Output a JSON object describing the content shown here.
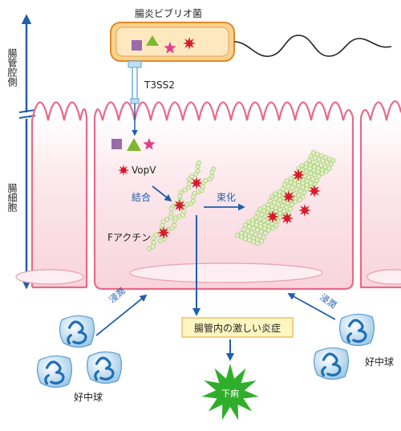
{
  "bacterium": {
    "label": "腸炎ビブリオ菌"
  },
  "t3ss": {
    "label": "T3SS2"
  },
  "regions": {
    "lumen": "腸管腔側",
    "cell": "腸細胞"
  },
  "effector": {
    "name": "VopV"
  },
  "actin": {
    "label": "Fアクチン",
    "binding": "結合",
    "bundling": "束化"
  },
  "inflammation": {
    "label": "腸管内の激しい炎症"
  },
  "symptom": {
    "label": "下痢"
  },
  "neutrophil": {
    "label_left": "好中球",
    "label_right": "好中球",
    "infiltration_left": "浸潤",
    "infiltration_right": "浸潤"
  },
  "colors": {
    "epithelium": "#e86a8a",
    "cell_fill": "#fbe6ea",
    "arrow": "#2d6db5",
    "axis": "#1f5fae",
    "bacterium_fill": "#f8d38e",
    "bacterium_stroke": "#e28a2b",
    "effector_red": "#d81b2a",
    "actin_green": "#b9d98a",
    "star_green": "#2fae2a",
    "box_fill": "#fff6c2",
    "neutrophil_fill": "#b8d8ef"
  }
}
